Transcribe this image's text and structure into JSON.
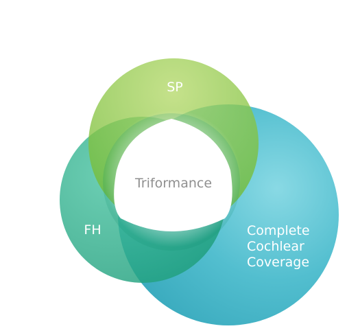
{
  "diagram": {
    "circles": [
      {
        "key": "sp",
        "label": "SP",
        "color": "#8dc63f"
      },
      {
        "key": "fh",
        "label": "FH",
        "color": "#2fb08e"
      },
      {
        "key": "ccc",
        "label_lines": [
          "Complete",
          "Cochlear",
          "Coverage"
        ],
        "color": "#3fb6c8"
      }
    ],
    "center_label": "Triformance",
    "label_color": "#ffffff",
    "center_label_color": "#8f8f8f"
  }
}
